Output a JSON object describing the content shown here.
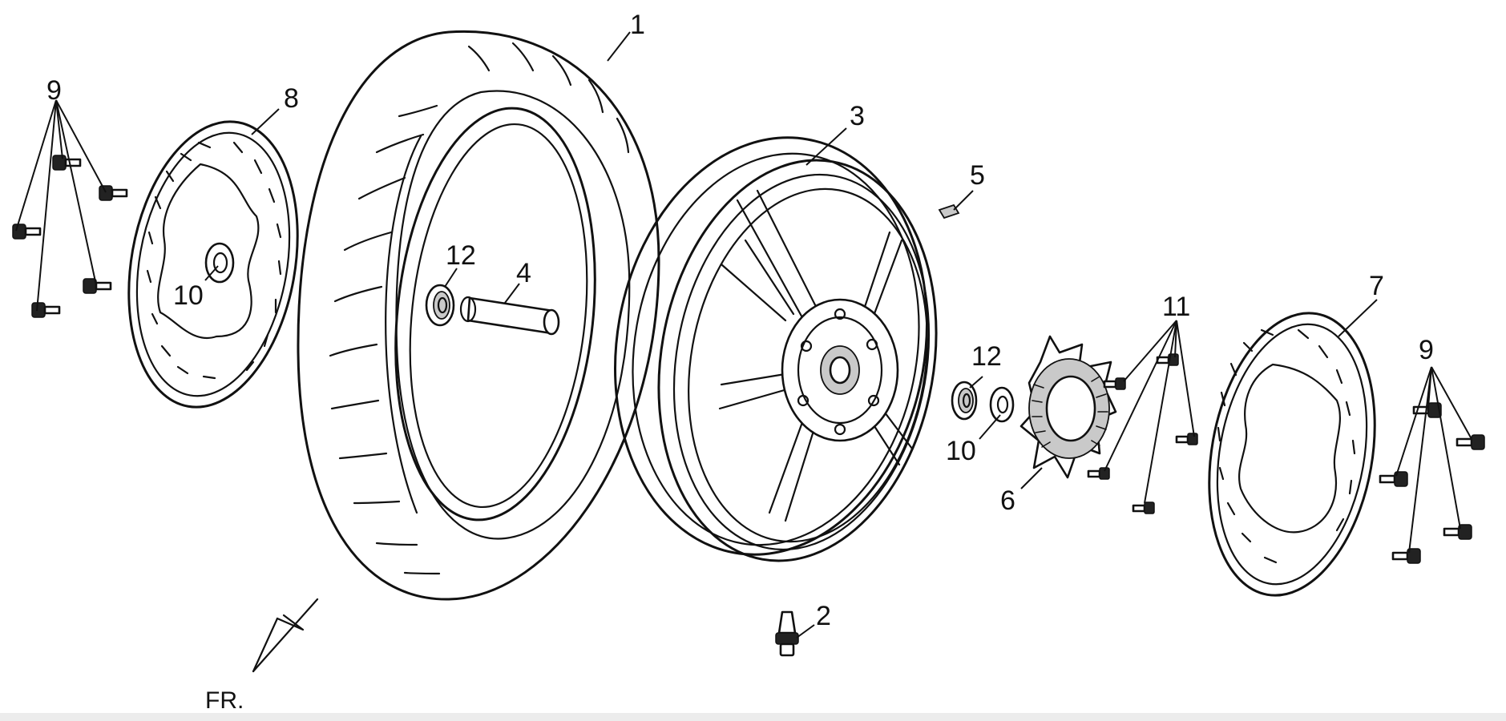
{
  "diagram": {
    "direction_label": "FR.",
    "callouts": {
      "c1": "1",
      "c2": "2",
      "c3": "3",
      "c4": "4",
      "c5": "5",
      "c6": "6",
      "c7": "7",
      "c8": "8",
      "c9_left": "9",
      "c9_right": "9",
      "c10_left": "10",
      "c10_right": "10",
      "c11": "11",
      "c12_left": "12",
      "c12_right": "12"
    },
    "colors": {
      "line": "#111111",
      "background": "#ffffff",
      "bottom_bar": "#ececec"
    }
  }
}
